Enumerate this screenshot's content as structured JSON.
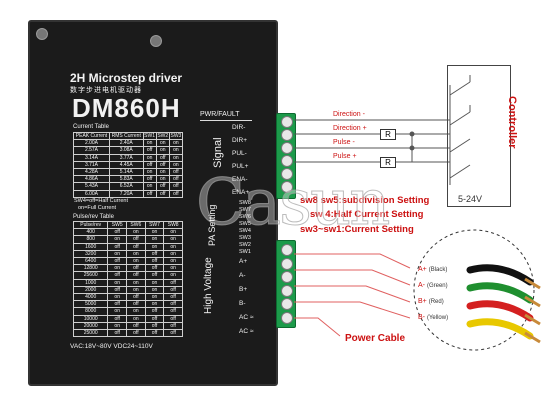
{
  "driver": {
    "title": "2H Microstep driver",
    "subtitle": "数字步进电机驱动器",
    "model": "DM860H",
    "current_table": {
      "caption": "Current Table",
      "headers": [
        "PEAK Current",
        "RMS Current",
        "SW1",
        "SW2",
        "SW3"
      ],
      "rows": [
        [
          "2.00A",
          "2.40A",
          "on",
          "on",
          "on"
        ],
        [
          "2.57A",
          "3.08A",
          "off",
          "on",
          "on"
        ],
        [
          "3.14A",
          "3.77A",
          "on",
          "off",
          "on"
        ],
        [
          "3.71A",
          "4.45A",
          "off",
          "off",
          "on"
        ],
        [
          "4.28A",
          "5.14A",
          "on",
          "on",
          "off"
        ],
        [
          "4.86A",
          "5.83A",
          "off",
          "on",
          "off"
        ],
        [
          "5.43A",
          "6.52A",
          "on",
          "off",
          "off"
        ],
        [
          "6.00A",
          "7.20A",
          "off",
          "off",
          "off"
        ]
      ],
      "note1": "SW4=off=Half Current",
      "note2": "on=Full Current"
    },
    "pulse_table": {
      "caption": "Pulse/rev Table",
      "headers": [
        "Pulse/rev",
        "SW5",
        "SW6",
        "SW7",
        "SW8"
      ],
      "rows": [
        [
          "400",
          "off",
          "on",
          "on",
          "on"
        ],
        [
          "800",
          "on",
          "off",
          "on",
          "on"
        ],
        [
          "1600",
          "off",
          "off",
          "on",
          "on"
        ],
        [
          "3200",
          "on",
          "on",
          "off",
          "on"
        ],
        [
          "6400",
          "off",
          "on",
          "off",
          "on"
        ],
        [
          "12800",
          "on",
          "off",
          "off",
          "on"
        ],
        [
          "25600",
          "off",
          "off",
          "off",
          "on"
        ],
        [
          "1000",
          "on",
          "on",
          "on",
          "off"
        ],
        [
          "2000",
          "off",
          "on",
          "on",
          "off"
        ],
        [
          "4000",
          "on",
          "off",
          "on",
          "off"
        ],
        [
          "5000",
          "off",
          "off",
          "on",
          "off"
        ],
        [
          "8000",
          "on",
          "on",
          "off",
          "off"
        ],
        [
          "10000",
          "off",
          "on",
          "off",
          "off"
        ],
        [
          "20000",
          "on",
          "off",
          "off",
          "off"
        ],
        [
          "25000",
          "off",
          "off",
          "off",
          "off"
        ]
      ]
    },
    "pwr_fault": "PWR/FAULT",
    "signal_label": "Signal",
    "signal_pins": [
      "DIR-",
      "DIR+",
      "PUL-",
      "PUL+",
      "ENA-",
      "ENA+"
    ],
    "pa_setting_label": "PA Setting",
    "switches": [
      "SW8",
      "SW7",
      "SW6",
      "SW5",
      "SW4",
      "SW3",
      "SW2",
      "SW1"
    ],
    "hv_label": "High Voltage",
    "power_pins": [
      "A+",
      "A-",
      "B+",
      "B-",
      "AC",
      "AC"
    ],
    "vac_note": "VAC:18V~80V  VDC24~110V"
  },
  "signals": {
    "lines": [
      "Direction -",
      "Direction +",
      "Pulse -",
      "Pulse +"
    ],
    "resistor": "R",
    "controller": "Controller",
    "voltage": "5-24V"
  },
  "settings": {
    "sw8_5": "sw8  sw5:subdivision Setting",
    "sw4": "sw 4:Half Current Setting",
    "sw3_1": "sw3~sw1:Current Setting"
  },
  "motor": {
    "wires": [
      {
        "pin": "A+",
        "color": "Black"
      },
      {
        "pin": "A-",
        "color": "Green"
      },
      {
        "pin": "B+",
        "color": "Red"
      },
      {
        "pin": "B-",
        "color": "Yellow"
      }
    ],
    "power_cable": "Power Cable",
    "wire_colors": [
      "#111111",
      "#1f8f2f",
      "#d42020",
      "#e8c800"
    ]
  },
  "watermark": "Casun"
}
